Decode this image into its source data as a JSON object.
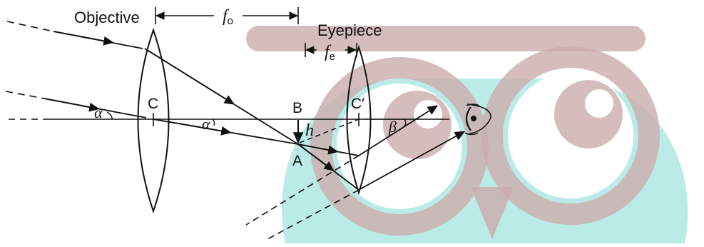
{
  "labels": {
    "objective": "Objective",
    "eyepiece": "Eyepiece",
    "focal_objective": "f",
    "focal_objective_sub": "o",
    "focal_eyepiece": "f",
    "focal_eyepiece_sub": "e",
    "center_objective": "C",
    "center_eyepiece": "C′",
    "point_b": "B",
    "point_a": "A",
    "height": "h",
    "alpha_incoming": "α",
    "alpha_internal": "α",
    "beta": "β"
  },
  "colors": {
    "ink": "#111111",
    "watermark_teal": "#9fe3dc",
    "watermark_mauve": "#c9a9a9",
    "background": "#ffffff"
  }
}
